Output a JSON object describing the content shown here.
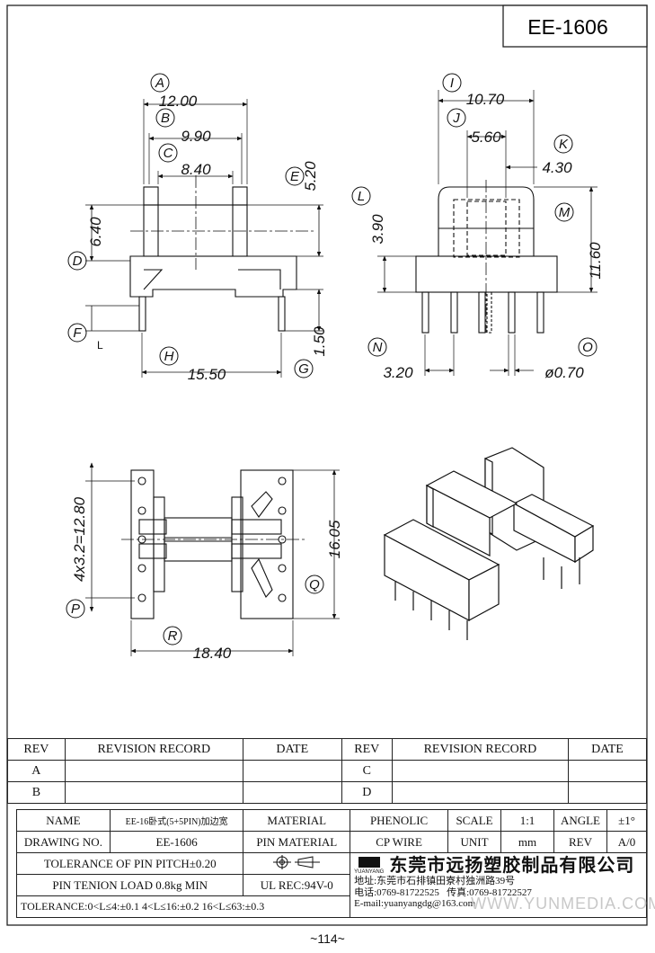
{
  "title": "EE-1606",
  "page_number": "~114~",
  "dims": {
    "A": "A",
    "B": "B",
    "C": "C",
    "D": "D",
    "E": "E",
    "F": "F",
    "G": "G",
    "H": "H",
    "I": "I",
    "J": "J",
    "K": "K",
    "L": "L",
    "M": "M",
    "N": "N",
    "O": "O",
    "P": "P",
    "Q": "Q",
    "R": "R",
    "a_val": "12.00",
    "b_val": "9.90",
    "c_val": "8.40",
    "d_val": "6.40",
    "e_val": "5.20",
    "f_val": "L",
    "g_val": "1.50",
    "h_val": "15.50",
    "i_val": "10.70",
    "j_val": "5.60",
    "k_val": "4.30",
    "l_val": "3.90",
    "m_val": "11.60",
    "n_val": "3.20",
    "o_val": "ø0.70",
    "p_val": "4x3.2=12.80",
    "q_val": "16.05",
    "r_val": "18.40"
  },
  "revision": {
    "rev": "REV",
    "record": "REVISION RECORD",
    "date": "DATE",
    "rows": [
      [
        "A",
        "C"
      ],
      [
        "B",
        "D"
      ]
    ]
  },
  "info": {
    "name_label": "NAME",
    "name_value": "EE-16卧式(5+5PIN)加边宽",
    "material_label": "MATERIAL",
    "material_value": "PHENOLIC",
    "scale_label": "SCALE",
    "scale_value": "1:1",
    "angle_label": "ANGLE",
    "angle_value": "±1°",
    "drawing_no_label": "DRAWING NO.",
    "drawing_no_value": "EE-1606",
    "pin_material_label": "PIN MATERIAL",
    "pin_material_value": "CP WIRE",
    "unit_label": "UNIT",
    "unit_value": "mm",
    "rev_label": "REV",
    "rev_value": "A/0",
    "pitch_tolerance": "TOLERANCE OF PIN PITCH±0.20",
    "tension": "PIN TENION LOAD 0.8kg MIN",
    "ul": "UL REC:94V-0",
    "tolerance": "TOLERANCE:0<L≤4:±0.1  4<L≤16:±0.2  16<L≤63:±0.3"
  },
  "company": {
    "name": "东莞市远扬塑胶制品有限公司",
    "brand": "YUANYANG",
    "address": "地址:东莞市石排镇田寮村独洲路39号",
    "phone": "电话:0769-81722525",
    "fax": "传真:0769-81722527",
    "email": "E-mail:yuanyangdg@163.com",
    "watermark": "WWW.YUNMEDIA.COM"
  }
}
